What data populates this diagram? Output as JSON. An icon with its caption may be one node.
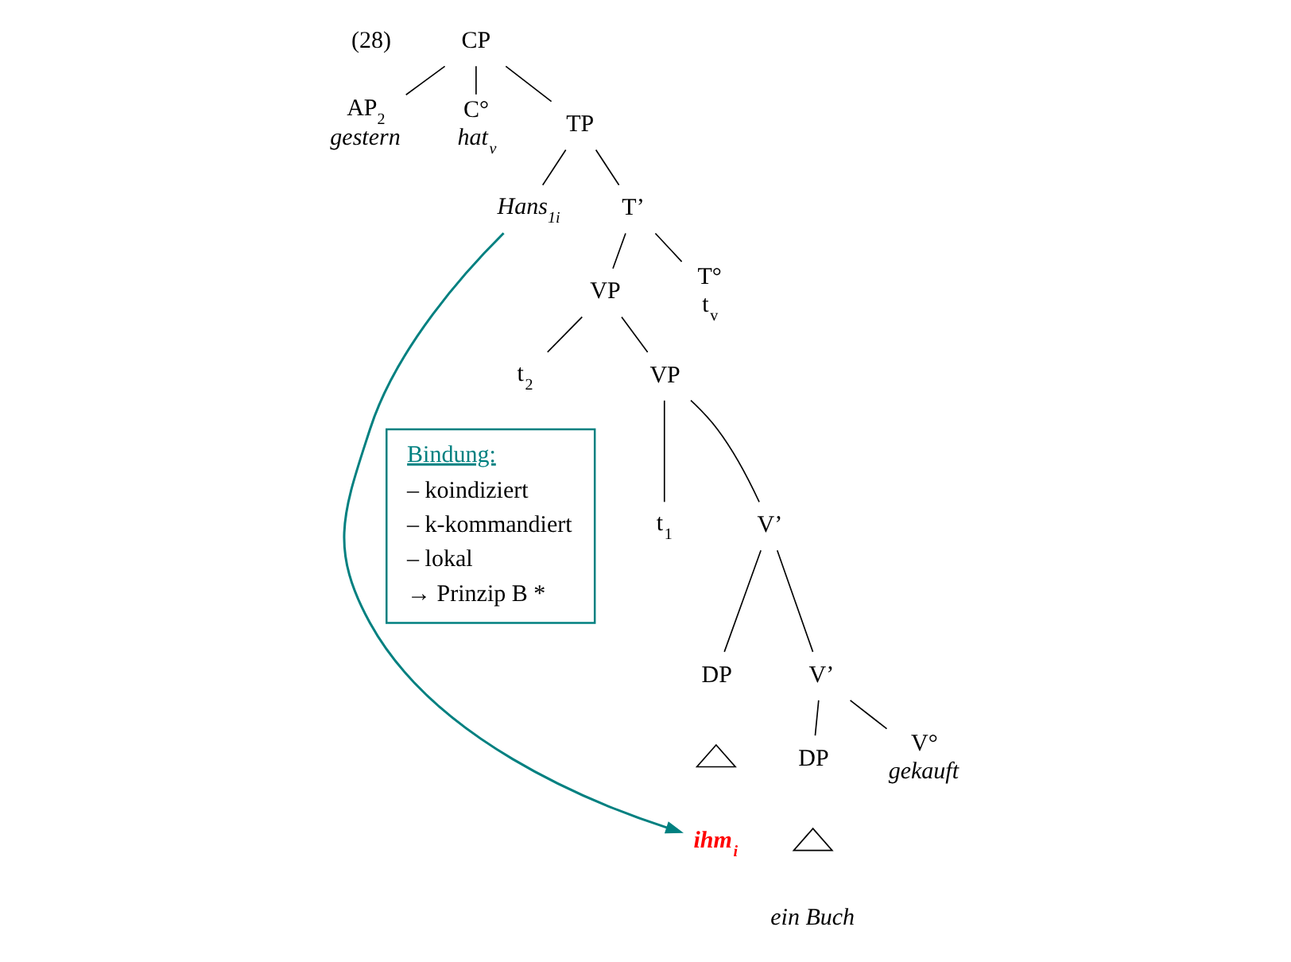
{
  "diagram": {
    "nodes": [
      {
        "text": [
          "CP"
        ]
      },
      {
        "text": [
          "AP$_{2}$",
          "gestern"
        ]
      },
      {
        "text": [
          "C°",
          "hat$_{v}$"
        ]
      },
      {
        "text": [
          "TP"
        ]
      },
      {
        "text": [
          "Hans$_{1i}$"
        ]
      },
      {
        "text": [
          "T’"
        ]
      },
      {
        "text": [
          "VP"
        ]
      },
      {
        "text": [
          "T°",
          "t$_{v}$"
        ]
      },
      {
        "text": [
          "t$_{2}$"
        ]
      },
      {
        "text": [
          "VP"
        ]
      },
      {
        "text": [
          "t$_{1}$"
        ]
      },
      {
        "text": [
          "V’"
        ]
      },
      {
        "text": [
          "DP"
        ]
      },
      {
        "text": [],
        "shape": "triangle"
      },
      {
        "text": [
          "ihm$_{i}$"
        ]
      },
      {
        "text": [
          "V’"
        ]
      },
      {
        "text": [
          "DP"
        ]
      },
      {
        "text": [],
        "shape": "triangle"
      },
      {
        "text": [
          "ein Buch"
        ]
      },
      {
        "text": [
          "V°",
          "gekauft"
        ]
      },
      {
        "text": [
          "Bindung:",
          "– koindiziert",
          "– k-kommandiert",
          "– lokal",
          "→ Prinzip B *"
        ]
      }
    ],
    "edges": [
      {
        "from": 0,
        "to": 1,
        "arrow": "none"
      },
      {
        "from": 0,
        "to": 2,
        "arrow": "none"
      },
      {
        "from": 0,
        "to": 3,
        "arrow": "none"
      },
      {
        "from": 3,
        "to": 4,
        "arrow": "none"
      },
      {
        "from": 3,
        "to": 5,
        "arrow": "none"
      },
      {
        "from": 5,
        "to": 6,
        "arrow": "none"
      },
      {
        "from": 5,
        "to": 7,
        "arrow": "none"
      },
      {
        "from": 6,
        "to": 8,
        "arrow": "none"
      },
      {
        "from": 6,
        "to": 9,
        "arrow": "none"
      },
      {
        "from": 9,
        "to": 10,
        "arrow": "none"
      },
      {
        "from": 9,
        "to": 11,
        "arrow": "none"
      },
      {
        "from": 11,
        "to": 12,
        "arrow": "none"
      },
      {
        "from": 11,
        "to": 15,
        "arrow": "none"
      },
      {
        "from": 15,
        "to": 16,
        "arrow": "none"
      },
      {
        "from": 15,
        "to": 19,
        "arrow": "none"
      },
      {
        "from": 4,
        "to": 14,
        "arrow": "to",
        "color": "#008080"
      }
    ],
    "labels": [
      "(28)"
    ]
  }
}
